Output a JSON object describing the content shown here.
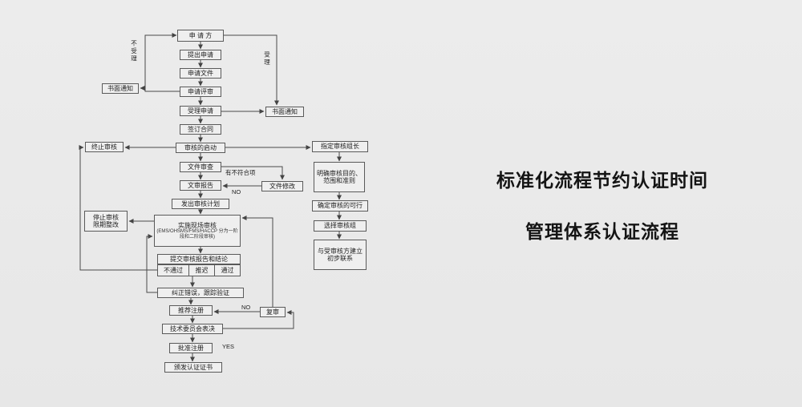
{
  "title": {
    "line1": "标准化流程节约认证时间",
    "line2": "管理体系认证流程"
  },
  "nodes": {
    "applicant": "申 请 方",
    "submit_application": "提出申请",
    "application_documents": "申请文件",
    "application_review": "申请评审",
    "accept_application": "受理申请",
    "sign_contract": "签订合同",
    "audit_start": "审核的启动",
    "document_review": "文件审查",
    "document_report": "文审报告",
    "issue_audit_plan": "发出审核计划",
    "onsite_audit_title": "实施现场审核",
    "onsite_audit_sub": "(EMS/OHSMS/FMS/HACCP 分为一阶段和二阶段审核)",
    "submit_report": "提交审核报告和结论",
    "outcome_fail": "不通过",
    "outcome_postpone": "推迟",
    "outcome_pass": "通过",
    "correct_errors": "纠正错误，跟踪验证",
    "recommend_registration": "推荐注册",
    "committee_vote": "技术委员会表决",
    "approve_registration": "批准注册",
    "issue_certificate": "颁发认证证书",
    "written_notice_left": "书面通知",
    "terminate_audit": "终止审核",
    "stop_audit_line1": "停止审核",
    "stop_audit_line2": "限期整改",
    "written_notice_right": "书面通知",
    "document_modification": "文件修改",
    "re_audit": "复审",
    "assign_leader": "指定审核组长",
    "clarify_purpose": "明确审核目的、范围和准则",
    "determine_feasibility": "确定审核的可行",
    "select_team": "选择审核组",
    "initial_contact": "与受审核方建立初步联系"
  },
  "edge_labels": {
    "not_accepted": "不受理",
    "accepted": "受理",
    "nonconformity": "有不符合项",
    "no_doc": "NO",
    "no_reaudit": "NO",
    "yes_approve": "YES"
  }
}
